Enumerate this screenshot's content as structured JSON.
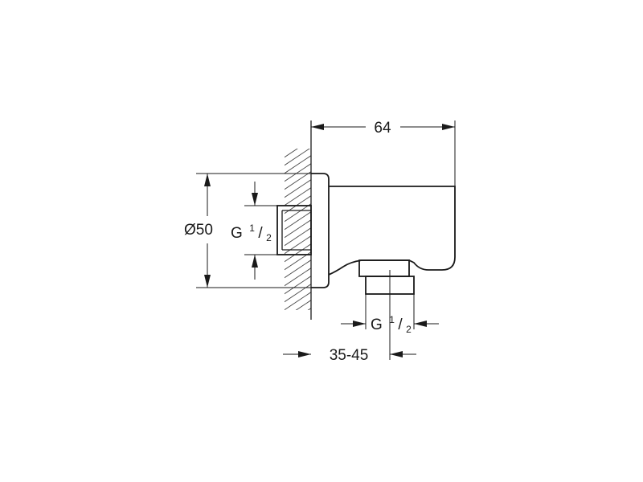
{
  "dimensions": {
    "overall_width": "64",
    "diameter": "Ø50",
    "inlet_thread": {
      "letter": "G",
      "numerator": "1",
      "slash": "/",
      "denominator": "2"
    },
    "outlet_thread": {
      "letter": "G",
      "numerator": "1",
      "slash": "/",
      "denominator": "2"
    },
    "wall_depth": "35-45"
  }
}
